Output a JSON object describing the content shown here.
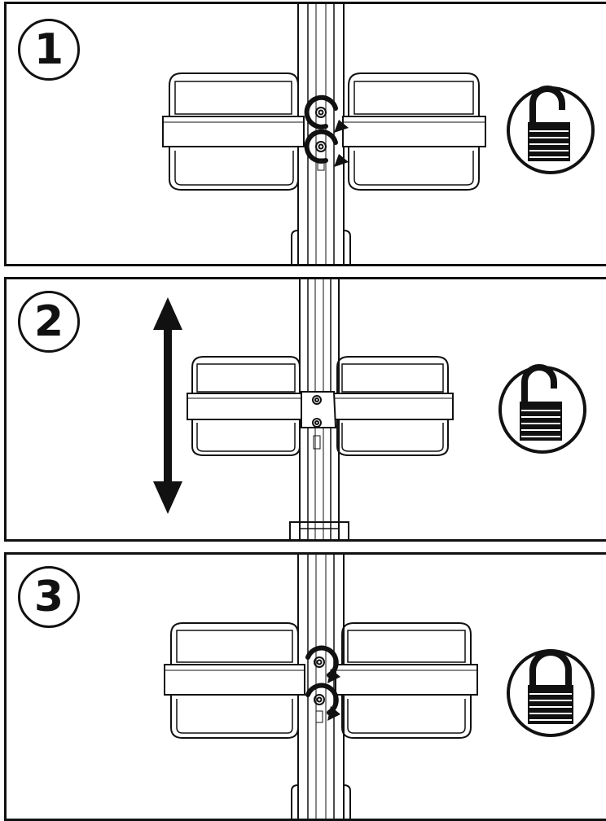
{
  "steps": [
    {
      "number": "1",
      "action_icon": "rotate-loosen-icon",
      "lock_state": "unlocked"
    },
    {
      "number": "2",
      "action_icon": "up-down-arrow-icon",
      "lock_state": "unlocked"
    },
    {
      "number": "3",
      "action_icon": "rotate-tighten-icon",
      "lock_state": "locked"
    }
  ],
  "colors": {
    "line": "#111111",
    "fill": "#ffffff"
  }
}
